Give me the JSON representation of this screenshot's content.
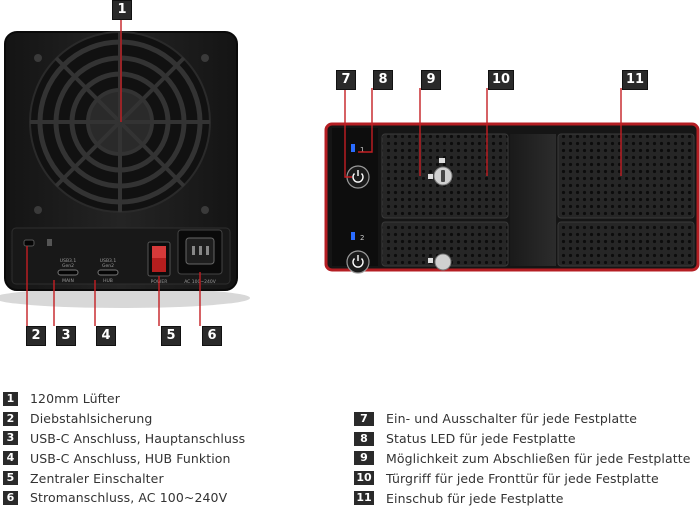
{
  "callouts": {
    "c1": "1",
    "c2": "2",
    "c3": "3",
    "c4": "4",
    "c5": "5",
    "c6": "6",
    "c7": "7",
    "c8": "8",
    "c9": "9",
    "c10": "10",
    "c11": "11"
  },
  "device_labels": {
    "usb_main_line1": "USB3.1",
    "usb_main_line2": "Gen2",
    "usb_main_port": "MAIN",
    "usb_hub_line1": "USB3.1",
    "usb_hub_line2": "Gen2",
    "usb_hub_port": "HUB",
    "power_switch": "POWER",
    "ac_input": "AC 100~240V",
    "bay1_index": "1",
    "bay2_index": "2"
  },
  "legend_left": [
    {
      "num": "1",
      "text": "120mm Lüfter"
    },
    {
      "num": "2",
      "text": "Diebstahlsicherung"
    },
    {
      "num": "3",
      "text": "USB-C Anschluss, Hauptanschluss"
    },
    {
      "num": "4",
      "text": "USB-C Anschluss, HUB Funktion"
    },
    {
      "num": "5",
      "text": "Zentraler Einschalter"
    },
    {
      "num": "6",
      "text": "Stromanschluss, AC 100~240V"
    }
  ],
  "legend_right": [
    {
      "num": "7",
      "text": "Ein- und Ausschalter für jede Festplatte"
    },
    {
      "num": "8",
      "text": "Status LED für jede Festplatte"
    },
    {
      "num": "9",
      "text": "Möglichkeit zum Abschließen für jede Festplatte"
    },
    {
      "num": "10",
      "text": "Türgriff für jede Fronttür für jede Festplatte"
    },
    {
      "num": "11",
      "text": "Einschub für jede Festplatte"
    }
  ],
  "colors": {
    "callout_bg": "#2a2a2a",
    "callout_text": "#ffffff",
    "front_frame": "#b41e23",
    "enclosure": "#1c1c1c",
    "led_blue": "#2a6cff"
  }
}
